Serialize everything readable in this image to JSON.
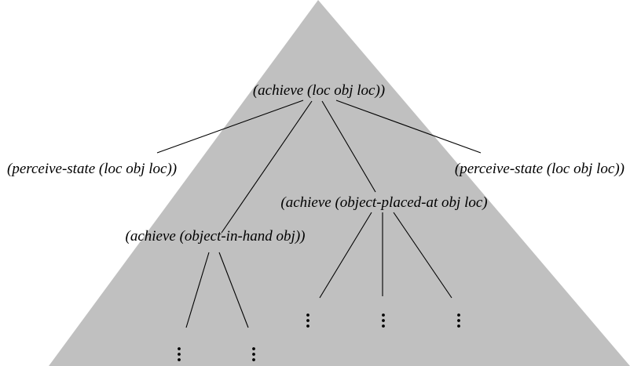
{
  "colors": {
    "background": "#ffffff",
    "triangle_fill": "#c0c0c0",
    "line": "#000000",
    "text": "#000000"
  },
  "nodes": {
    "root": "(achieve (loc obj loc))",
    "perceive_left": "(perceive-state (loc obj loc))",
    "perceive_right": "(perceive-state (loc obj loc))",
    "object_placed": "(achieve (object-placed-at obj loc)",
    "object_in_hand": "(achieve (object-in-hand obj))"
  }
}
